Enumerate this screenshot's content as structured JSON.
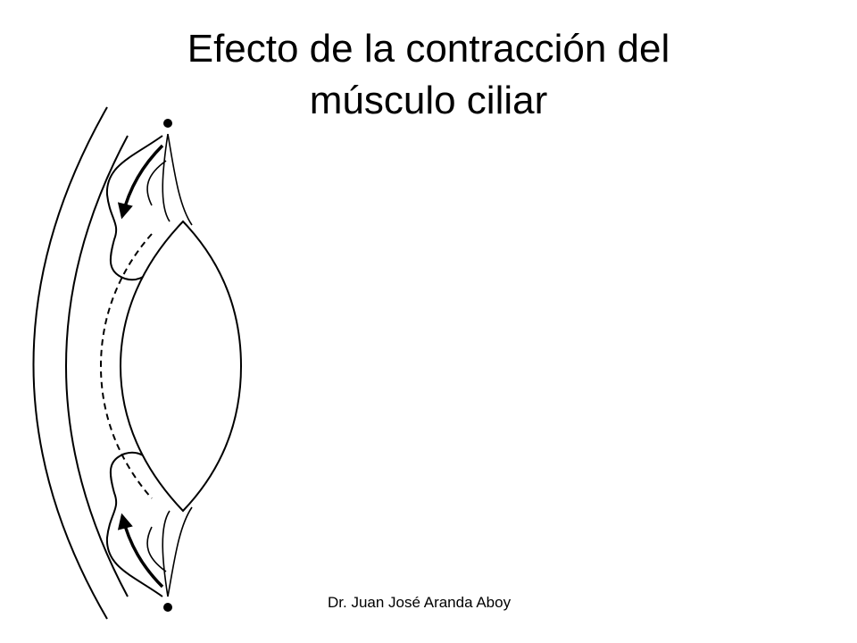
{
  "slide": {
    "title_line1": "Efecto de la contracción del",
    "title_line2": "músculo ciliar",
    "footer": "Dr. Juan José Aranda Aboy"
  },
  "colors": {
    "background": "#ffffff",
    "ink": "#000000"
  }
}
